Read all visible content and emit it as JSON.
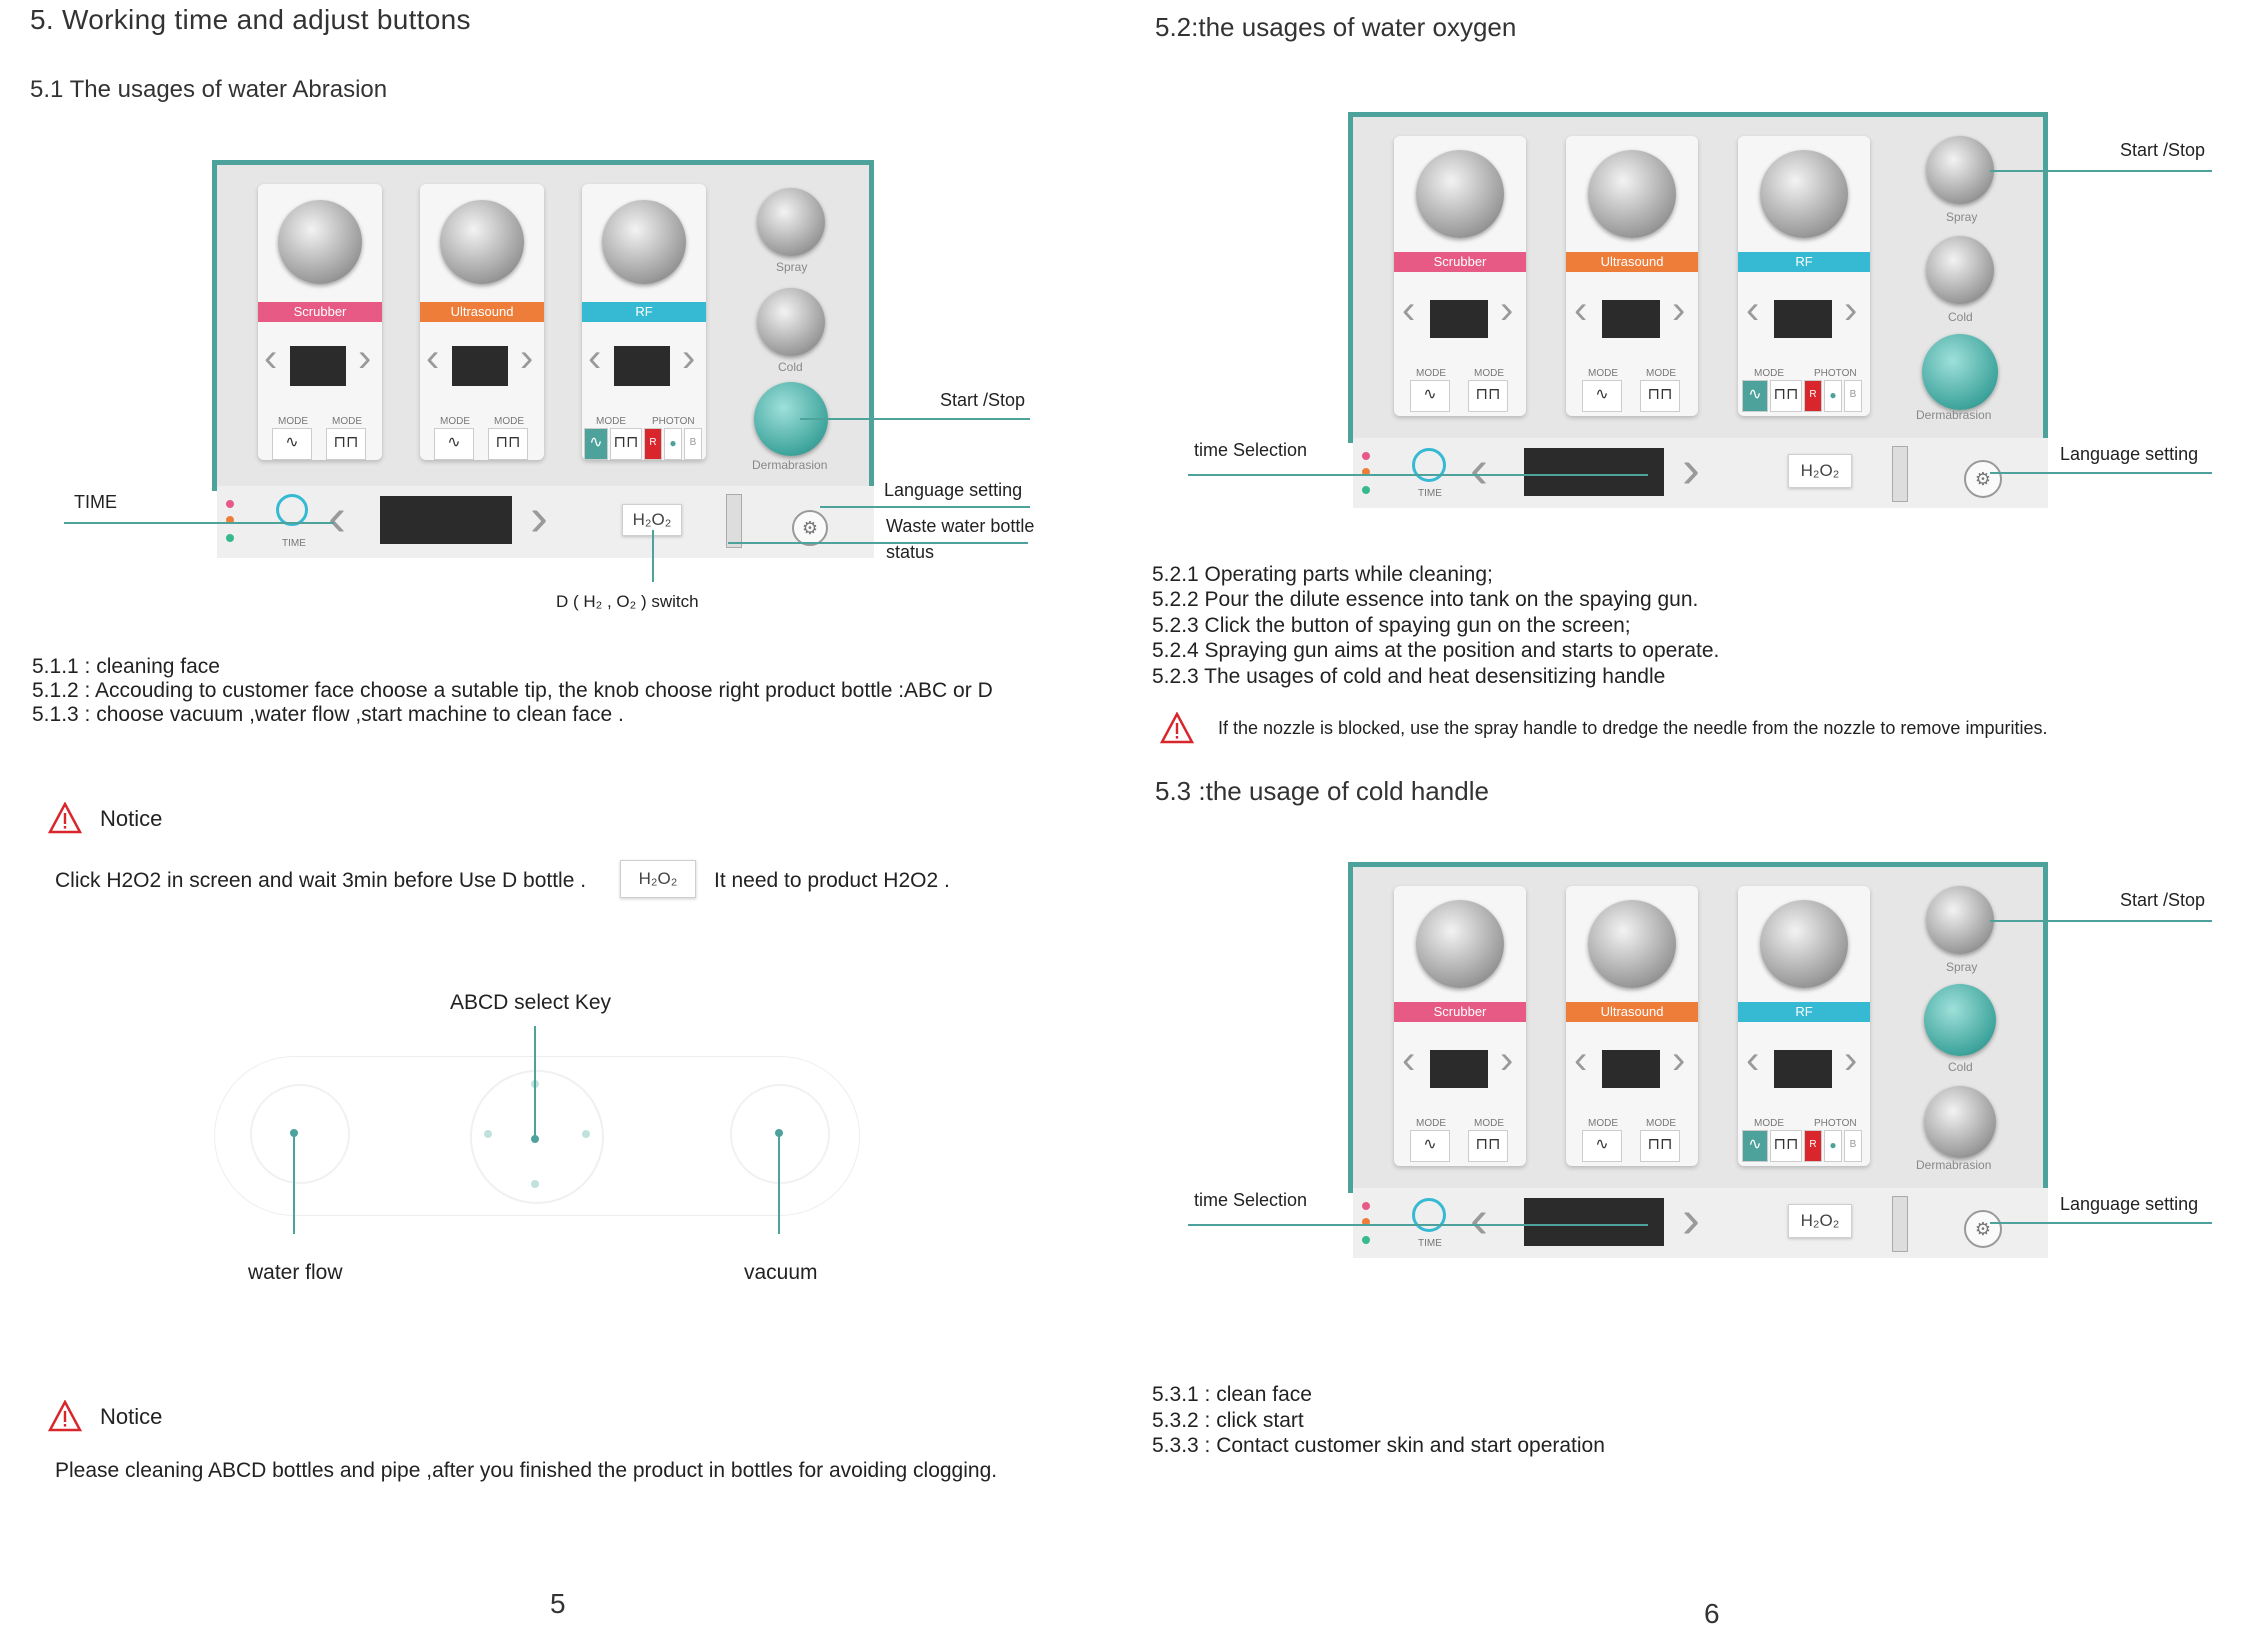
{
  "left": {
    "heading": "5. Working time and adjust buttons",
    "subheading": "5.1 The usages of  water Abrasion",
    "panel": {
      "handles": [
        "Scrubber",
        "Ultrasound",
        "RF"
      ],
      "side_handles": [
        "Spray",
        "Cold",
        "Dermabrasion"
      ],
      "mode_label": "MODE",
      "photon_label": "PHOTON",
      "time_label": "TIME",
      "h2o2_label": "H₂O₂"
    },
    "callouts": {
      "start_stop": "Start /Stop",
      "language": "Language setting",
      "waste": "Waste water bottle",
      "waste2": "status",
      "time": "TIME",
      "switch": "D ( H₂ , O₂ ) switch"
    },
    "steps": [
      "5.1.1 :  cleaning face",
      "5.1.2  : Accouding to customer face choose a sutable tip, the knob choose right product bottle :ABC or D",
      "5.1.3 : choose vacuum ,water flow ,start machine to clean face ."
    ],
    "notice1": {
      "title": "Notice",
      "text_before": "Click H2O2 in screen and wait 3min before Use D bottle .",
      "button": "H₂O₂",
      "text_after": "It need to product  H2O2 ."
    },
    "knob_diagram": {
      "top_label": "ABCD select Key",
      "left_label": "water flow",
      "right_label": "vacuum"
    },
    "notice2": {
      "title": "Notice",
      "text": "Please cleaning ABCD bottles  and pipe  ,after you finished the product in bottles for avoiding clogging."
    },
    "page_number": "5"
  },
  "right": {
    "heading": "5.2:the usages of  water oxygen",
    "callouts1": {
      "start_stop": "Start /Stop",
      "time_selection": "time  Selection",
      "language": "Language setting"
    },
    "steps": [
      "5.2.1 Operating parts while cleaning;",
      "5.2.2 Pour the dilute essence into tank on the spaying gun.",
      "5.2.3 Click the button of spaying gun on the screen;",
      "5.2.4 Spraying gun aims at the position and starts to operate.",
      "5.2.3 The usages of cold and heat desensitizing handle"
    ],
    "warning": "If the nozzle is blocked, use the spray handle to dredge the needle from the nozzle to remove impurities.",
    "heading2": "5.3 :the  usage of cold handle",
    "callouts2": {
      "start_stop": "Start /Stop",
      "time_selection": "time  Selection",
      "language": "Language setting"
    },
    "steps2": [
      "5.3.1 :  clean face",
      "5.3.2 :  click start",
      "5.3.3 : Contact customer skin and start operation"
    ],
    "page_number": "6"
  },
  "colors": {
    "teal": "#4da39c",
    "scrubber": "#e85a86",
    "ultrasound": "#ef7d3a",
    "rf": "#36b9d2",
    "warning_red": "#d8262c"
  }
}
